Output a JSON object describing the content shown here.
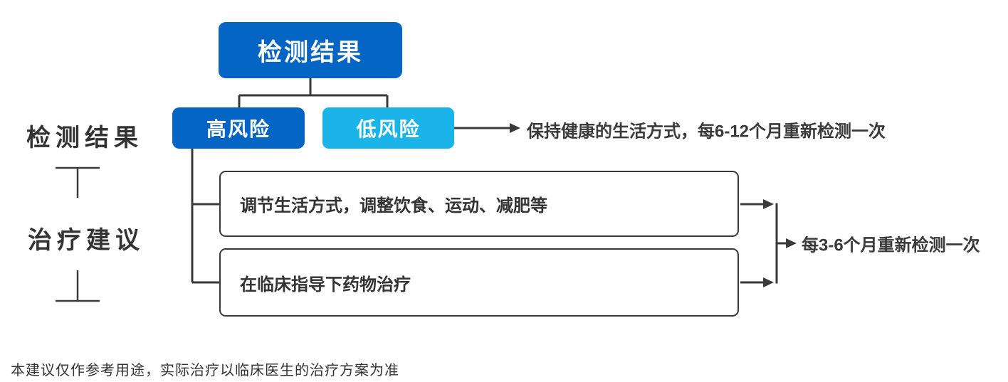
{
  "colors": {
    "primary_blue": "#0565C4",
    "light_blue": "#1AB4E9",
    "line_dark": "#3A3A3A",
    "text_dark": "#333333",
    "background": "#FFFFFF"
  },
  "flowchart": {
    "root_node": {
      "label": "检测结果"
    },
    "risk_nodes": [
      {
        "label": "高风险"
      },
      {
        "label": "低风险"
      }
    ],
    "low_risk_note": "保持健康的生活方式，每6-12个月重新检测一次",
    "treatment_nodes": [
      {
        "label": "调节生活方式，调整饮食、运动、减肥等"
      },
      {
        "label": "在临床指导下药物治疗"
      }
    ],
    "followup_note": "每3-6个月重新检测一次"
  },
  "side_labels": {
    "result": "检测结果",
    "treatment": "治疗建议"
  },
  "footer": {
    "disclaimer": "本建议仅作参考用途，实际治疗以临床医生的治疗方案为准"
  }
}
